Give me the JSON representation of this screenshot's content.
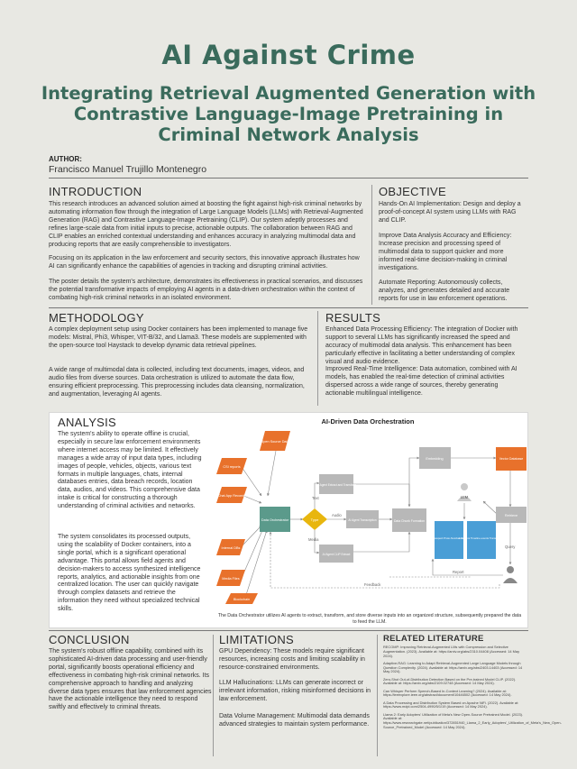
{
  "title": "AI Against Crime",
  "subtitle": "Integrating Retrieval Augmented Generation with Contrastive Language-Image Pretraining in Criminal Network Analysis",
  "author_label": "AUTHOR:",
  "author_name": "Francisco Manuel Trujillo Montenegro",
  "introduction": {
    "heading": "INTRODUCTION",
    "p1": "This research introduces an advanced solution aimed at boosting the fight against high-risk criminal networks by automating information flow through the integration of Large Language Models (LLMs) with Retrieval-Augmented Generation (RAG) and Contrastive Language-Image Pretraining (CLIP). Our system adeptly processes and refines large-scale data from initial inputs to precise, actionable outputs. The collaboration between RAG and CLIP enables an enriched contextual understanding and enhances accuracy in analyzing multimodal data and producing reports that are easily comprehensible to investigators.",
    "p2": "Focusing on its application in the law enforcement and security sectors, this innovative approach illustrates how AI can significantly enhance the capabilities of agencies in tracking and disrupting criminal activities.",
    "p3": "The poster details the system's architecture, demonstrates its effectiveness in practical scenarios, and discusses the potential transformative impacts of employing AI agents in a data-driven orchestration within the context of combating high-risk criminal networks in an isolated environment."
  },
  "objective": {
    "heading": "OBJECTIVE",
    "p1": "Hands-On AI Implementation: Design and deploy a proof-of-concept AI system using LLMs with RAG and CLIP.",
    "p2": "Improve Data Analysis Accuracy and Efficiency: Increase precision and processing speed of multimodal data to support quicker and more informed real-time decision-making in criminal investigations.",
    "p3": "Automate Reporting: Autonomously collects, analyzes, and generates detailed and accurate reports for use in law enforcement operations."
  },
  "methodology": {
    "heading": "METHODOLOGY",
    "p1": "A complex deployment setup using Docker containers has been implemented to manage five models: Mistral, Phi3, Whisper, VIT-B/32, and Llama3. These models are supplemented with the open-source tool Haystack to develop dynamic data retrieval pipelines.",
    "p2": "A wide range of multimodal data is collected, including text documents, images, videos, and audio files from diverse sources. Data orchestration is utilized to automate the data flow, ensuring efficient preprocessing. This preprocessing includes data cleansing, normalization, and augmentation, leveraging AI agents."
  },
  "results": {
    "heading": "RESULTS",
    "p1": "Enhanced Data Processing Efficiency: The integration of Docker with support to several LLMs has significantly increased the speed and accuracy of multimodal data analysis. This enhancement has been particularly effective in facilitating a better understanding of complex visual and audio evidence.",
    "p2": "Improved Real-Time Intelligence: Data automation, combined with AI models, has enabled the real-time detection of criminal activities dispersed across a wide range of sources, thereby generating actionable multilingual intelligence."
  },
  "analysis": {
    "heading": "ANALYSIS",
    "p1": "The system's ability to operate offline is crucial, especially in secure law enforcement environments where internet access may be limited. It effectively manages a wide array of input data types, including images of people, vehicles, objects, various text formats in multiple languages, chats, internal databases entries, data breach records, location data, audios, and videos. This comprehensive data intake is critical for constructing a thorough understanding of criminal activities and networks.",
    "p2": "The system consolidates its processed outputs, using the scalability of Docker containers, into a single portal, which is a significant operational advantage. This portal allows field agents and decision-makers to access synthesized intelligence reports, analytics, and actionable insights from one centralized location. The user can quickly navigate through complex datasets and retrieve the information they need without specialized technical skills."
  },
  "diagram": {
    "title": "AI-Driven Data Orchestration",
    "caption": "The Data Orchestrator utilizes AI agents to extract, transform, and store diverse inputs into an organized structure, subsequently prepared the data to feed the LLM.",
    "sources": {
      "open_source": "Open Source Data",
      "csi": "CSI reports",
      "chat": "Chat App Records",
      "internal": "Internal DBs",
      "media": "Media Files",
      "blockchain": "Blockchain"
    },
    "orchestrator": "Data Orchestrator",
    "type": "Type",
    "agent_text": "AI Agent Extract and Transform",
    "agent_audio": "AI Agent Transcription",
    "agent_clip": "AI Agent CLIP Extract",
    "chunk": "Data Chunk Formation",
    "embedding": "Embedding",
    "vector_db": "Vector Database",
    "llm": "LLM",
    "retrieve": "Retrieve",
    "outputs": {
      "o1": "Potential Suspect Proto-Number Connections",
      "o2": "Locations Timeline events Transactions"
    },
    "edge_labels": {
      "text": "Text",
      "audio": "Audio",
      "media": "Media",
      "query": "Query",
      "report": "Report",
      "feedback": "Feedback"
    }
  },
  "conclusion": {
    "heading": "CONCLUSION",
    "p1": "The system's robust offline capability, combined with its sophisticated AI-driven data processing and user-friendly portal, significantly boosts operational efficiency and effectiveness in combating high-risk criminal networks. Its comprehensive approach to handling and analyzing diverse data types ensures that law enforcement agencies have the actionable intelligence they need to respond swiftly and effectively to criminal threats."
  },
  "limitations": {
    "heading": "LIMITATIONS",
    "p1": "GPU Dependency: These models require significant resources, increasing costs and limiting scalability in resource-constrained environments.",
    "p2": "LLM Hallucinations: LLMs can generate incorrect or irrelevant information, risking misinformed decisions in law enforcement.",
    "p3": "Data Volume Management: Multimodal data demands advanced strategies to maintain system performance."
  },
  "literature": {
    "heading": "RELATED LITERATURE",
    "refs": [
      "RECOMP: Improving Retrieval-Augmented LMs with Compression and Selective Augmentation. (2023). Available at: https://arxiv.org/abs/2310.04408 (Accessed: 14 May 2024).",
      "Adaptive-RAG: Learning to Adapt Retrieval-Augmented Large Language Models through Question Complexity. (2024). Available at: https://arxiv.org/abs/2403.14403 (Accessed: 14 May 2024).",
      "Zero-Shot Out-of-Distribution Detection Based on the Pre-trained Model CLIP. (2022). Available at: https://arxiv.org/abs/2109.02748 (Accessed: 14 May 2024).",
      "Can Whisper Perform Speech-Based In-Context Learning? (2024). Available at: https://ieeexplore.ieee.org/abstract/document/10446502 (Accessed: 14 May 2024).",
      "A Data Processing and Distribution System Based on Apache NiFi. (2022). Available at: https://www.mdpi.com/2504-4990/5/1/19 (Accessed: 14 May 2024).",
      "Llama 2: Early Adopters' Utilization of Meta's New Open-Source Pretrained Model. (2023). Available at: https://www.researchgate.net/publication/372851940_Llama_2_Early_Adopters'_Utilization_of_Meta's_New_Open-Source_Pretrained_Model (Accessed: 14 May 2024)."
    ]
  },
  "colors": {
    "accent": "#3a6b5c",
    "orange": "#e8712b",
    "teal": "#5b9a8b",
    "yellow": "#e8b60e",
    "blue": "#4a9ed6",
    "gray_box": "#b8b8b8"
  }
}
